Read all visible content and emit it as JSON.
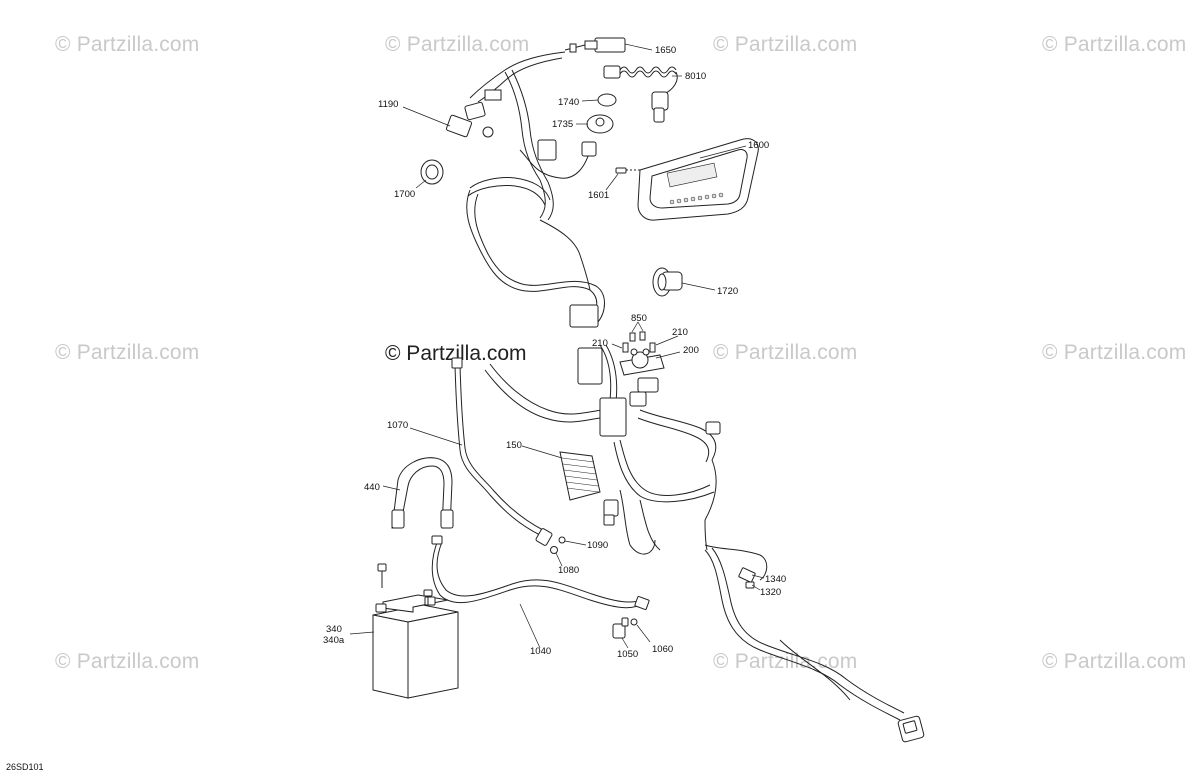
{
  "watermark": {
    "text": "© Partzilla.com",
    "center_text": "© Partzilla.com"
  },
  "diagram_code": "26SD101",
  "part_numbers": {
    "p1650": "1650",
    "p8010": "8010",
    "p1190": "1190",
    "p1740": "1740",
    "p1735": "1735",
    "p1600": "1600",
    "p1601": "1601",
    "p1700": "1700",
    "p1720": "1720",
    "p850": "850",
    "p210a": "210",
    "p210b": "210",
    "p200": "200",
    "p1070": "1070",
    "p150": "150",
    "p440": "440",
    "p1090": "1090",
    "p1080": "1080",
    "p1340": "1340",
    "p1320": "1320",
    "p340": "340",
    "p340a": "340a",
    "p1040": "1040",
    "p1060": "1060",
    "p1050": "1050"
  }
}
